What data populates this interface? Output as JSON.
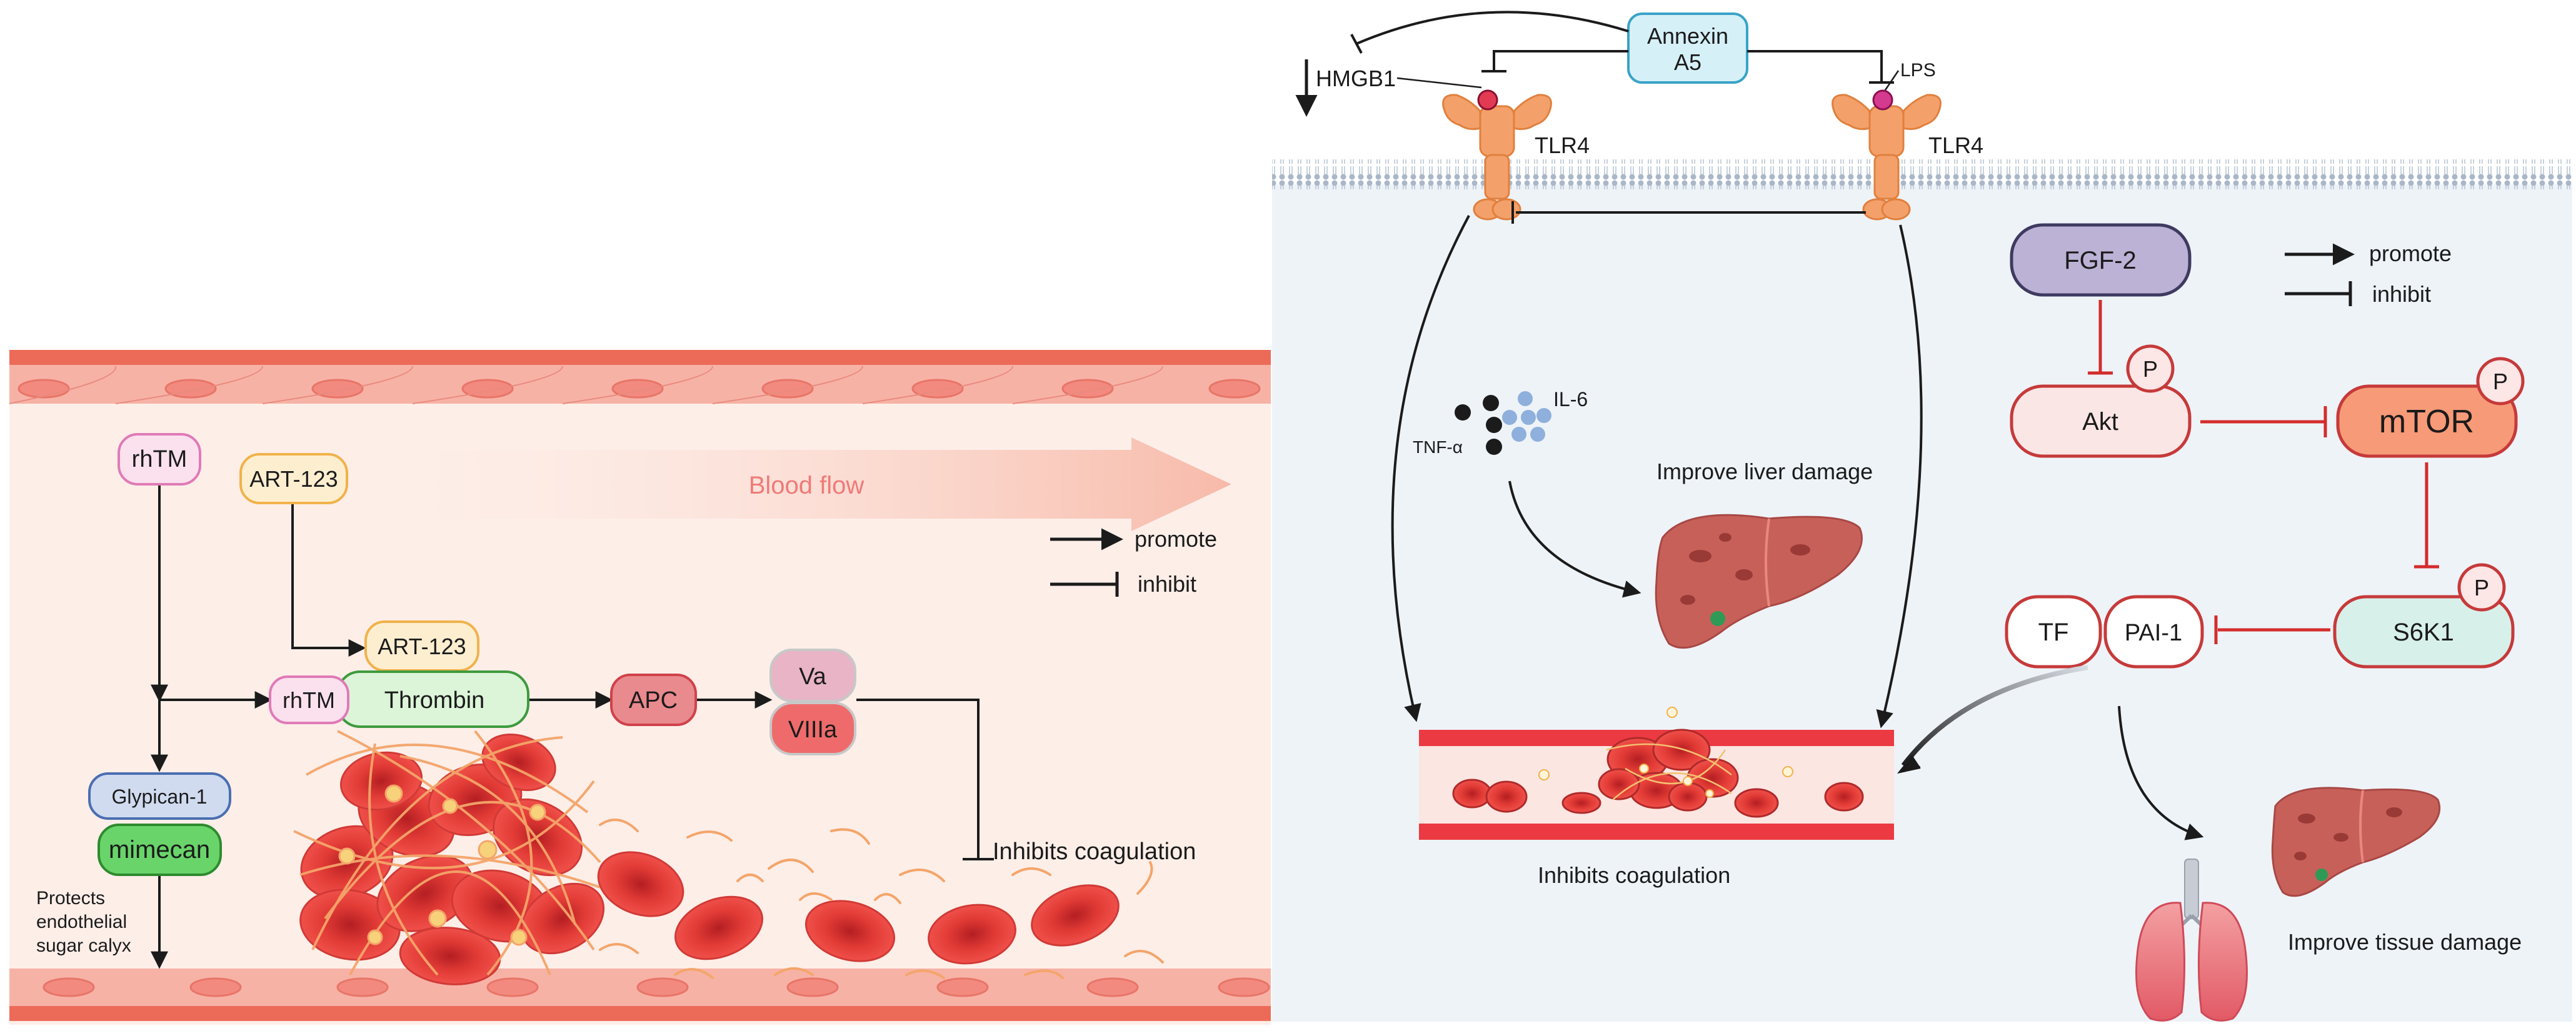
{
  "left_panel": {
    "nodes": {
      "rhtm_top": "rhTM",
      "art123_top": "ART-123",
      "art123_bound": "ART-123",
      "rhtm_bound": "rhTM",
      "thrombin": "Thrombin",
      "apc": "APC",
      "va": "Va",
      "viiia": "VIIIa",
      "glypican": "Glypican-1",
      "mimecan": "mimecan"
    },
    "blood_flow": "Blood flow",
    "legend": {
      "promote": "promote",
      "inhibit": "inhibit"
    },
    "inhibits_coagulation": "Inhibits coagulation",
    "protects": [
      "Protects",
      "endothelial",
      "sugar calyx"
    ]
  },
  "right_panel": {
    "annexin": [
      "Annexin",
      "A5"
    ],
    "hmgb1": "HMGB1",
    "lps": "LPS",
    "tlr4_left": "TLR4",
    "tlr4_right": "TLR4",
    "il6": "IL-6",
    "tnfa": "TNF-α",
    "improve_liver": "Improve liver damage",
    "inhibits_coagulation": "Inhibits coagulation",
    "fgf2": "FGF-2",
    "akt": "Akt",
    "mtor": "mTOR",
    "s6k1": "S6K1",
    "tf": "TF",
    "pai1": "PAI-1",
    "phospho": "P",
    "legend": {
      "promote": "promote",
      "inhibit": "inhibit"
    },
    "improve_tissue": "Improve tissue damage"
  },
  "colors": {
    "vessel_wall": "#ef6c5a",
    "vessel_bg": "#fdeee8",
    "rbc": "#e83a3a",
    "fibrin": "#f4a56a",
    "inhibit_red": "#d42c2c",
    "membrane": "#a9b7c8",
    "cell_bg": "#eef3f8",
    "receptor": "#f4a06a"
  }
}
